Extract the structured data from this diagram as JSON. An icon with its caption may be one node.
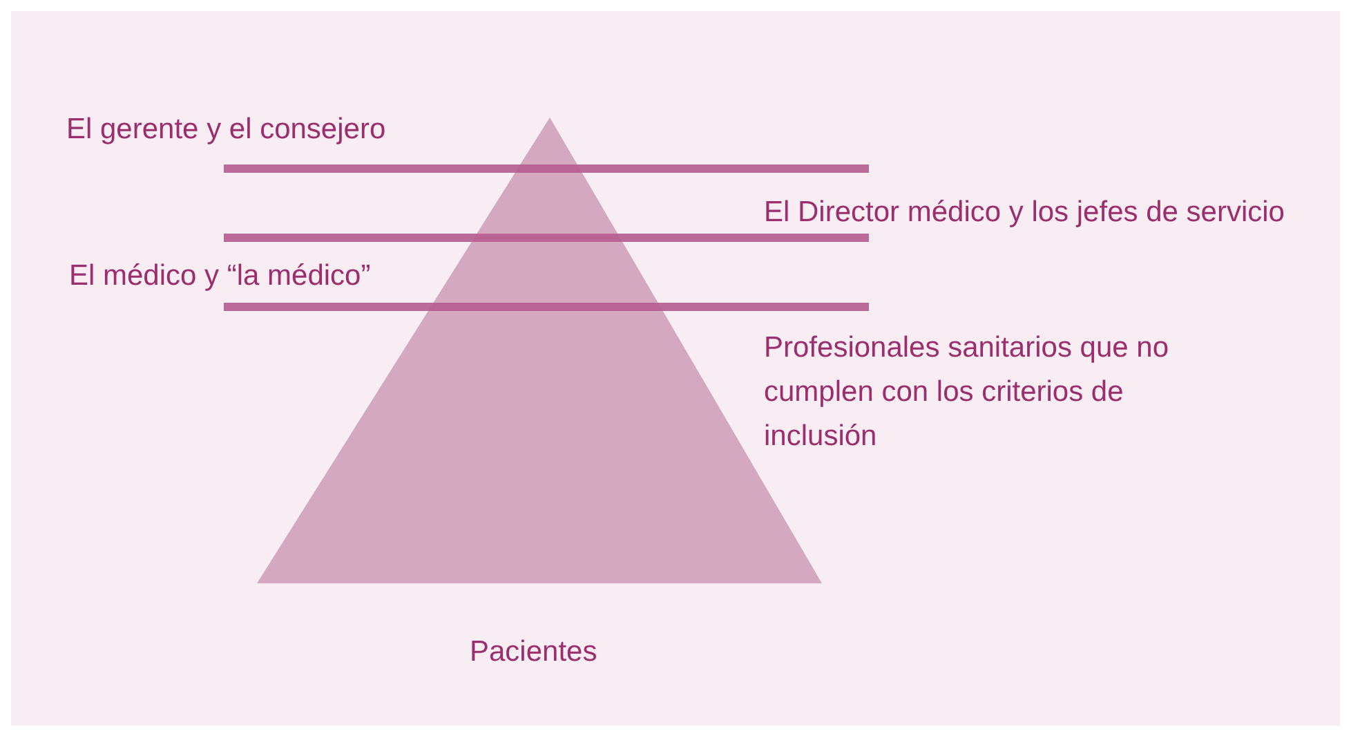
{
  "diagram": {
    "labels": [
      "El gerente y el consejero",
      "El Director médico y los jefes de servicio",
      "El médico y “la médico”",
      "Profesionales sanitarios que no cumplen con los criterios de inclusión",
      "Pacientes"
    ]
  }
}
